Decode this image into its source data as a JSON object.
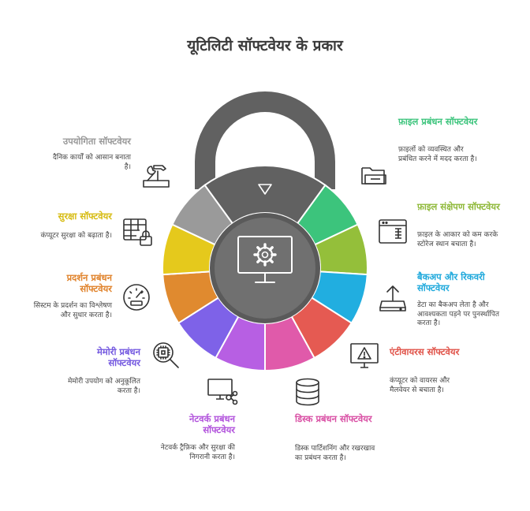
{
  "title": "यूटिलिटी सॉफ्टवेयर के प्रकार",
  "colors": {
    "lock_body": "#616161",
    "center_ring": "#5a5a5a",
    "center_fill": "#707070",
    "segments": [
      "#3cc47c",
      "#94bf3a",
      "#21aee0",
      "#e55a52",
      "#e05aaa",
      "#b75fe3",
      "#7e62e8",
      "#e08a2f",
      "#e5c91c",
      "#9a9a9a"
    ]
  },
  "items": [
    {
      "id": "file-management",
      "label": "फ़ाइल प्रबंधन सॉफ्टवेयर",
      "desc": "फ़ाइलों को व्यवस्थित और प्रबंधित करने में मदद करता है।",
      "color": "#3cc47c",
      "icon": "folder-icon"
    },
    {
      "id": "file-compression",
      "label": "फ़ाइल संक्षेपण सॉफ्टवेयर",
      "desc": "फ़ाइल के आकार को कम करके स्टोरेज स्थान बचाता है।",
      "color": "#8fb93a",
      "icon": "compress-window-icon"
    },
    {
      "id": "backup-recovery",
      "label": "बैकअप और रिकवरी सॉफ्टवेयर",
      "desc": "डेटा का बैकअप लेता है और आवश्यकता पड़ने पर पुनर्स्थापित करता है।",
      "color": "#1fa9dc",
      "icon": "upload-drive-icon"
    },
    {
      "id": "antivirus",
      "label": "एंटीवायरस सॉफ्टवेयर",
      "desc": "कंप्यूटर को वायरस और मैलवेयर से बचाता है।",
      "color": "#e05248",
      "icon": "warning-monitor-icon"
    },
    {
      "id": "disk-management",
      "label": "डिस्क प्रबंधन सॉफ्टवेयर",
      "desc": "डिस्क पार्टिशनिंग और रखरखाव का प्रबंधन करता है।",
      "color": "#d94fa4",
      "icon": "database-icon"
    },
    {
      "id": "network-management",
      "label": "नेटवर्क प्रबंधन सॉफ्टवेयर",
      "desc": "नेटवर्क ट्रैफ़िक और सुरक्षा की निगरानी करता है।",
      "color": "#b152dc",
      "icon": "network-monitor-icon"
    },
    {
      "id": "memory-management",
      "label": "मेमोरी प्रबंधन सॉफ्टवेयर",
      "desc": "मेमोरी उपयोग को अनुकूलित करता है।",
      "color": "#7459e0",
      "icon": "chip-search-icon"
    },
    {
      "id": "performance-management",
      "label": "प्रदर्शन प्रबंधन सॉफ्टवेयर",
      "desc": "सिस्टम के प्रदर्शन का विश्लेषण और सुधार करता है।",
      "color": "#e0822a",
      "icon": "speedometer-icon"
    },
    {
      "id": "security",
      "label": "सुरक्षा सॉफ्टवेयर",
      "desc": "कंप्यूटर सुरक्षा को बढ़ाता है।",
      "color": "#d6bb10",
      "icon": "lock-grid-icon"
    },
    {
      "id": "utility",
      "label": "उपयोगिता सॉफ्टवेयर",
      "desc": "दैनिक कार्यों को आसान बनाता है।",
      "color": "#999999",
      "icon": "tools-icon"
    }
  ]
}
